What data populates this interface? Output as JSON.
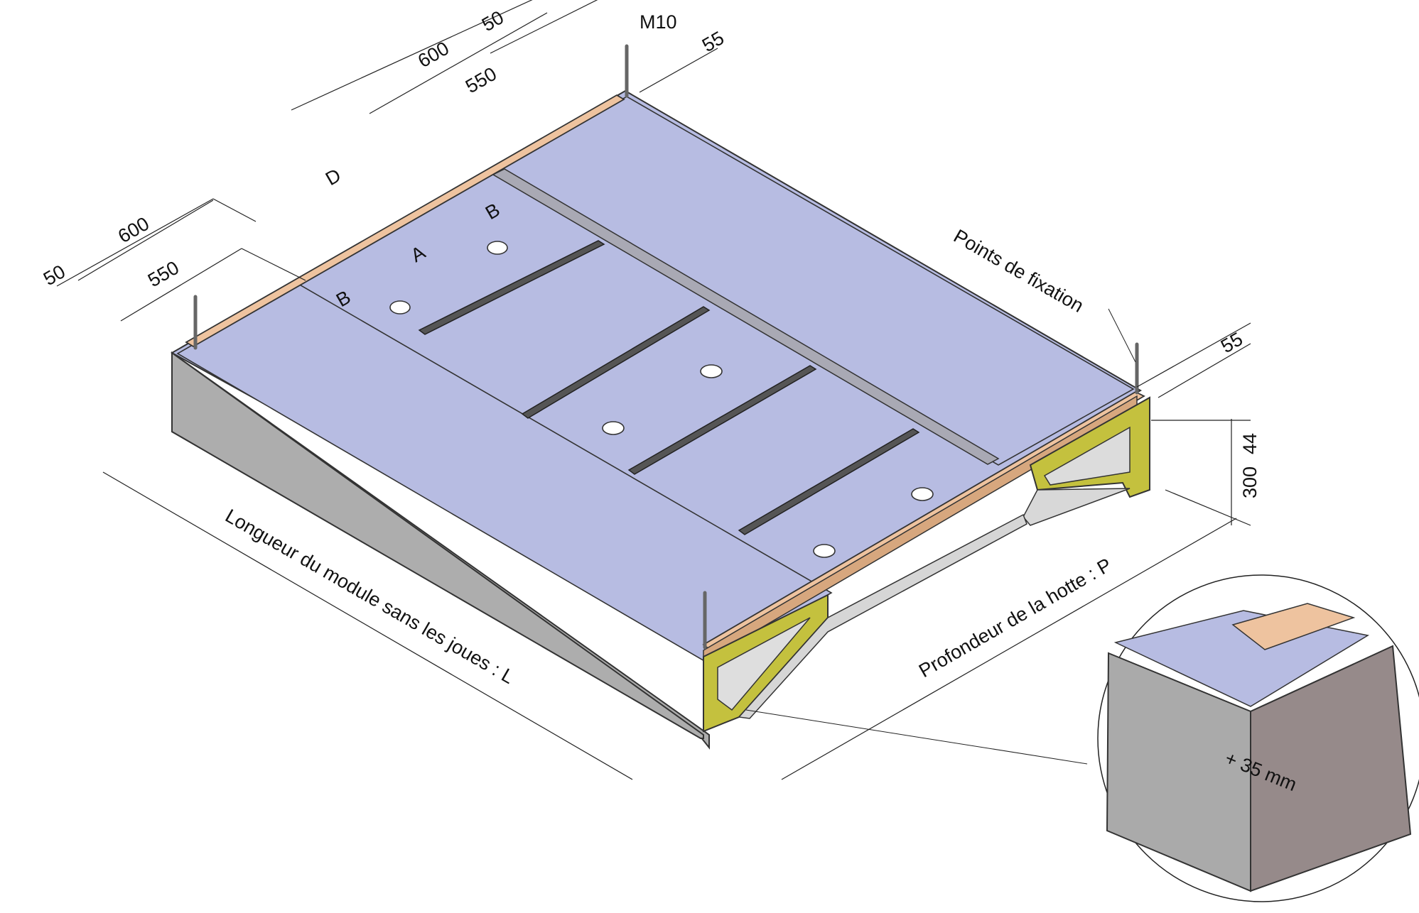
{
  "dimensions": {
    "front_50": "50",
    "front_600": "600",
    "front_550": "550",
    "back_50": "50",
    "back_600": "600",
    "back_550": "550",
    "D": "D",
    "top_55": "55",
    "right_55": "55",
    "height_44": "44",
    "height_300": "300",
    "bolt_spec": "M10",
    "zoom_offset": "+ 35 mm"
  },
  "markers": {
    "B_front": "B",
    "A": "A",
    "B_back": "B"
  },
  "labels": {
    "fixing_points": "Points de fixation",
    "module_length": "Longueur du module sans les joues : L",
    "hood_depth": "Profondeur de la hotte : P"
  },
  "colors": {
    "panel": "#b7bce2",
    "side_wall": "#adadad",
    "rail": "#eec39f",
    "bracket": "#c4c13e",
    "zoom_wall_dark": "#968a8a"
  }
}
